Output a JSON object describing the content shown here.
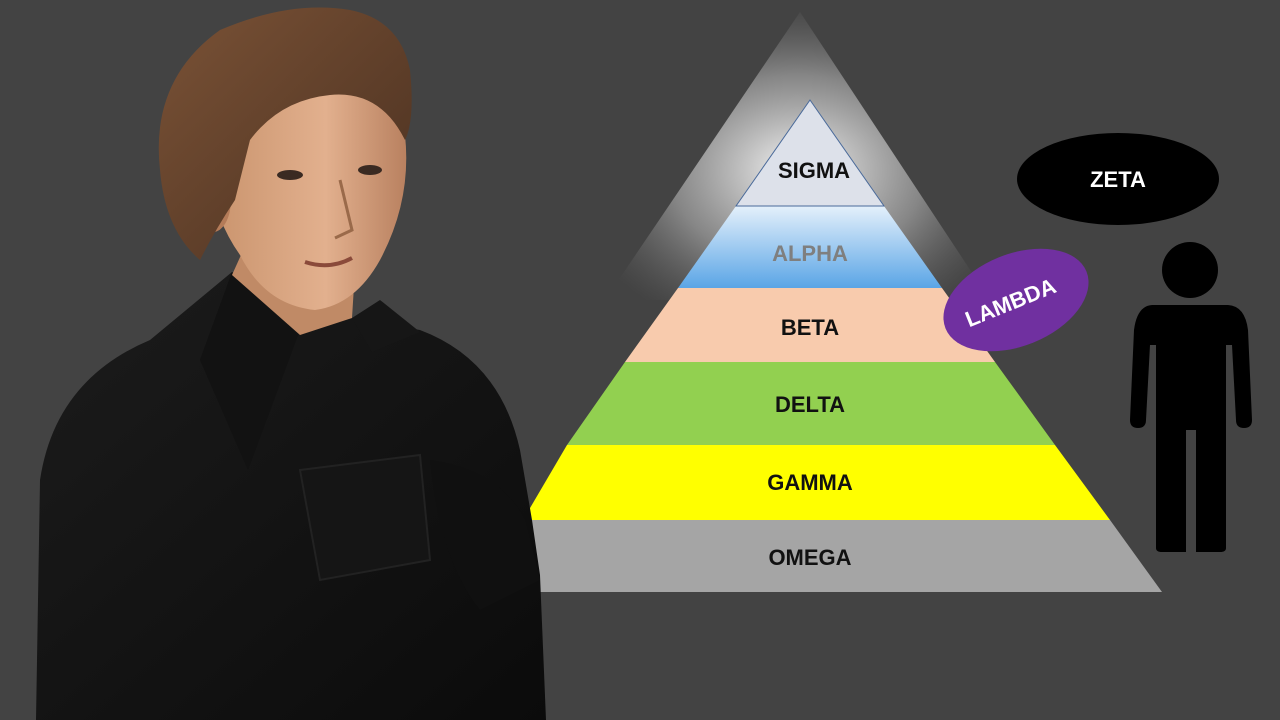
{
  "pyramid": {
    "tiers": [
      {
        "label": "SIGMA",
        "fill": "#dde1ea",
        "text_color": "#111111"
      },
      {
        "label": "ALPHA",
        "fill": "#6aaee6",
        "text_color": "#7f7f7f"
      },
      {
        "label": "BETA",
        "fill": "#f8cbad",
        "text_color": "#111111"
      },
      {
        "label": "DELTA",
        "fill": "#92d050",
        "text_color": "#111111"
      },
      {
        "label": "GAMMA",
        "fill": "#ffff00",
        "text_color": "#111111"
      },
      {
        "label": "OMEGA",
        "fill": "#a5a5a5",
        "text_color": "#111111"
      }
    ]
  },
  "lambda_badge": {
    "label": "LAMBDA",
    "fill": "#7030a0",
    "text_color": "#ffffff"
  },
  "zeta_bubble": {
    "label": "ZETA",
    "fill": "#000000",
    "text_color": "#ffffff"
  },
  "colors": {
    "background": "#434343",
    "person_silhouette": "#000000"
  }
}
